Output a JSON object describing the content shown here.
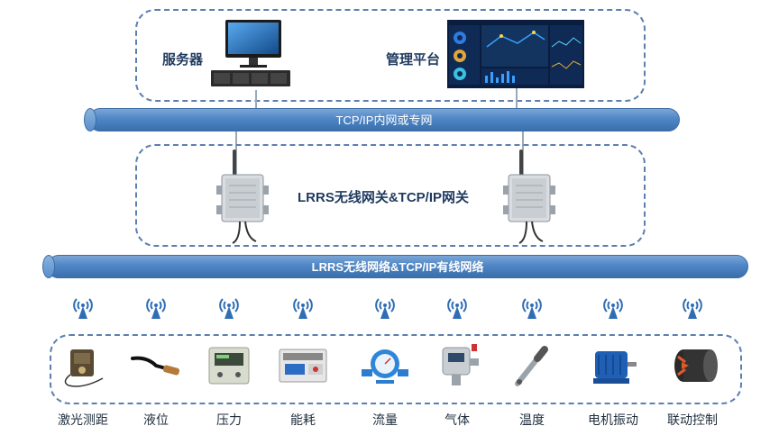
{
  "top": {
    "server_label": "服务器",
    "platform_label": "管理平台"
  },
  "network": {
    "pipe1_label": "TCP/IP内网或专网",
    "pipe2_label": "LRRS无线网络&TCP/IP有线网络"
  },
  "gateway": {
    "label": "LRRS无线网关&TCP/IP网关"
  },
  "sensors": [
    {
      "label": "激光测距",
      "icon": "laser-rangefinder-icon"
    },
    {
      "label": "液位",
      "icon": "level-probe-icon"
    },
    {
      "label": "压力",
      "icon": "pressure-meter-icon"
    },
    {
      "label": "能耗",
      "icon": "energy-meter-icon"
    },
    {
      "label": "流量",
      "icon": "water-flow-meter-icon"
    },
    {
      "label": "气体",
      "icon": "gas-detector-icon"
    },
    {
      "label": "温度",
      "icon": "temperature-sensor-icon"
    },
    {
      "label": "电机振动",
      "icon": "motor-icon"
    },
    {
      "label": "联动控制",
      "icon": "fan-control-icon"
    }
  ],
  "colors": {
    "pipe": "#4f86c6",
    "dash": "#5b7fb0",
    "label": "#1f3a5f",
    "wifi": "#2f6db5"
  }
}
